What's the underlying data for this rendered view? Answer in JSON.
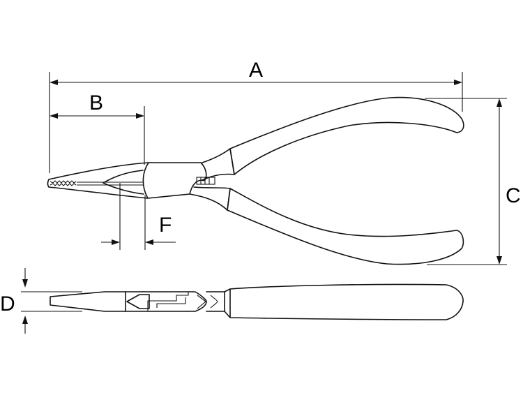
{
  "dimension_labels": {
    "a": "A",
    "b": "B",
    "c": "C",
    "d": "D",
    "f": "F"
  }
}
